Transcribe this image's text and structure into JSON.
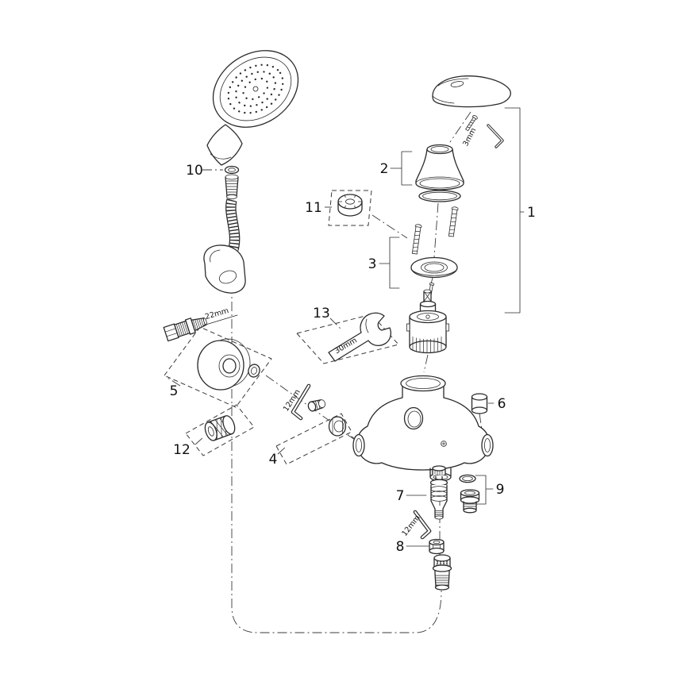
{
  "diagram": {
    "background_color": "#ffffff",
    "line_color": "#2a2a2a"
  },
  "part_labels": {
    "p1": "1",
    "p2": "2",
    "p3": "3",
    "p4": "4",
    "p5": "5",
    "p6": "6",
    "p7": "7",
    "p8": "8",
    "p9": "9",
    "p10": "10",
    "p11": "11",
    "p12": "12",
    "p13": "13"
  },
  "dimension_labels": {
    "hex_key_3mm": "3mm",
    "union_wrench_22mm": "22mm",
    "open_end_wrench_30mm": "30mm",
    "hex_key_12mm_upper": "12mm",
    "hex_key_12mm_lower": "12mm"
  }
}
